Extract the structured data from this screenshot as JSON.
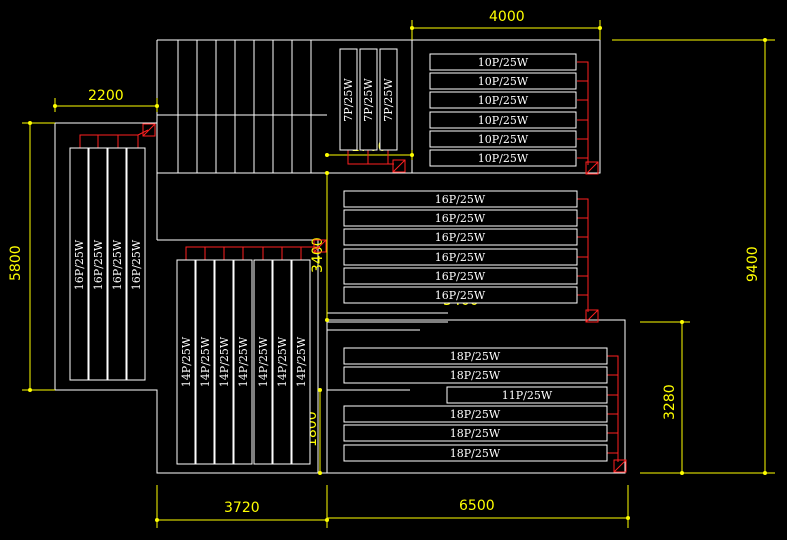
{
  "colors": {
    "background": "#000000",
    "walls": "#ffffff",
    "dimensions": "#ffff00",
    "wiring": "#ff2020"
  },
  "dimensions": {
    "top": "4000",
    "upper_left": "2200",
    "left": "5800",
    "right": "9400",
    "right_lower": "3280",
    "bottom_left": "3720",
    "bottom_right": "6500",
    "inner_small": "1700",
    "inner_mid": "3400",
    "inner_low": "1800",
    "overlap_mid": "3400"
  },
  "fixtures": {
    "top_middle": [
      "7P/25W",
      "7P/25W",
      "7P/25W"
    ],
    "top_right": [
      "10P/25W",
      "10P/25W",
      "10P/25W",
      "10P/25W",
      "10P/25W",
      "10P/25W"
    ],
    "left_group": [
      "16P/25W",
      "16P/25W",
      "16P/25W",
      "16P/25W"
    ],
    "middle_right": [
      "16P/25W",
      "16P/25W",
      "16P/25W",
      "16P/25W",
      "16P/25W",
      "16P/25W"
    ],
    "bottom_middle": [
      "14P/25W",
      "14P/25W",
      "14P/25W",
      "14P/25W",
      "14P/25W",
      "14P/25W",
      "14P/25W"
    ],
    "bottom_right": [
      "18P/25W",
      "18P/25W",
      "11P/25W",
      "18P/25W",
      "18P/25W",
      "18P/25W"
    ]
  }
}
